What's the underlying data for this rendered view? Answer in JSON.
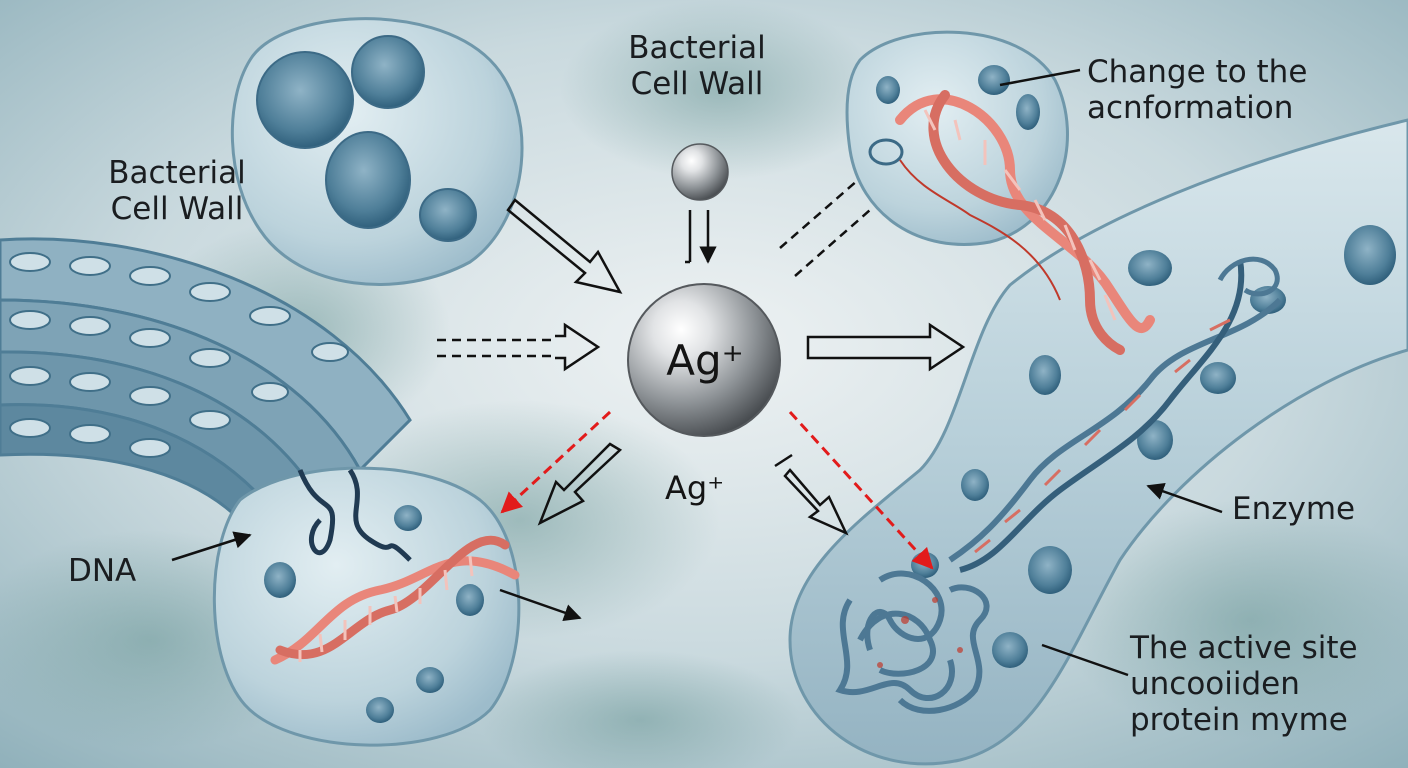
{
  "labels": {
    "wall_top": [
      "Bacterial",
      "Cell Wall"
    ],
    "wall_left": [
      "Bacterial",
      "Cell Wall"
    ],
    "conformation": [
      "Change to the",
      "acnformation"
    ],
    "dna": "DNA",
    "enzyme": "Enzyme",
    "active_site": [
      "The active site",
      "uncooiiden",
      "protein myme"
    ]
  },
  "ion": {
    "center_label": "Ag⁺",
    "below_label": "Ag⁺"
  },
  "colors": {
    "background": "#d7e2e6",
    "cell_fill": "#c3d8e0",
    "cell_stroke": "#6f97aa",
    "dna_strand": "#e9867a",
    "protein_strand": "#4d7894",
    "arrow_black": "#111111",
    "arrow_red": "#e21b1b"
  }
}
